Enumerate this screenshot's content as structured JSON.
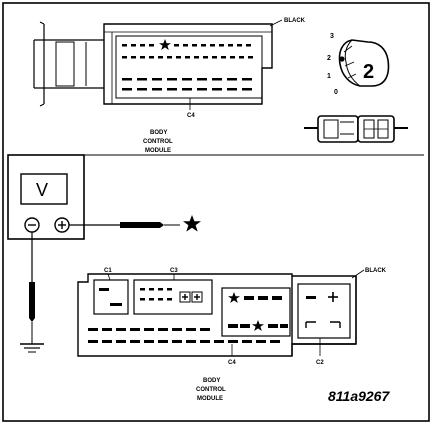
{
  "diagram": {
    "top_connector": {
      "color_label": "BLACK",
      "connector_label": "C4",
      "module_label": [
        "BODY",
        "CONTROL",
        "MODULE"
      ]
    },
    "ignition_switch": {
      "positions": [
        "3",
        "2",
        "1",
        "0"
      ],
      "key_number": "2"
    },
    "voltmeter": {
      "display_symbol": "V",
      "negative_symbol": "⊖",
      "positive_symbol": "⊕"
    },
    "bottom_module": {
      "color_label": "BLACK",
      "connector_labels": [
        "C1",
        "C3",
        "C4",
        "C2"
      ],
      "module_label": [
        "BODY",
        "CONTROL",
        "MODULE"
      ]
    },
    "figure_number": "811a9267"
  }
}
